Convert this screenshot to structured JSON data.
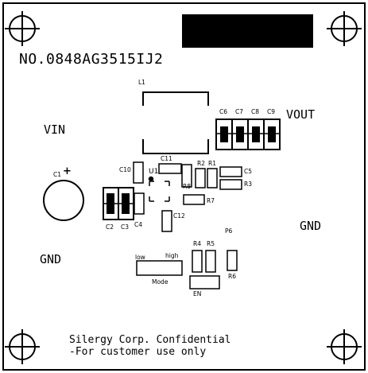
{
  "board": {
    "part_number": "NO.0848AG3515IJ2",
    "connectors": {
      "vin": "VIN",
      "vout": "VOUT",
      "gnd_right": "GND",
      "gnd_left": "GND"
    },
    "refs": {
      "l1": "L1",
      "u1": "U1",
      "c1": "C1",
      "c1_plus": "+",
      "c2": "C2",
      "c3": "C3",
      "c4": "C4",
      "c5": "C5",
      "c6": "C6",
      "c7": "C7",
      "c8": "C8",
      "c9": "C9",
      "c10": "C10",
      "c11": "C11",
      "c12": "C12",
      "r1": "R1",
      "r2": "R2",
      "r3": "R3",
      "r4": "R4",
      "r5": "R5",
      "r6": "R6",
      "r7": "R7",
      "r8": "R8",
      "p6": "P6",
      "mode": "Mode",
      "low": "low",
      "high": "high",
      "en": "EN"
    },
    "footer": {
      "line1": "Silergy Corp. Confidential",
      "line2": "-For customer use only"
    }
  }
}
